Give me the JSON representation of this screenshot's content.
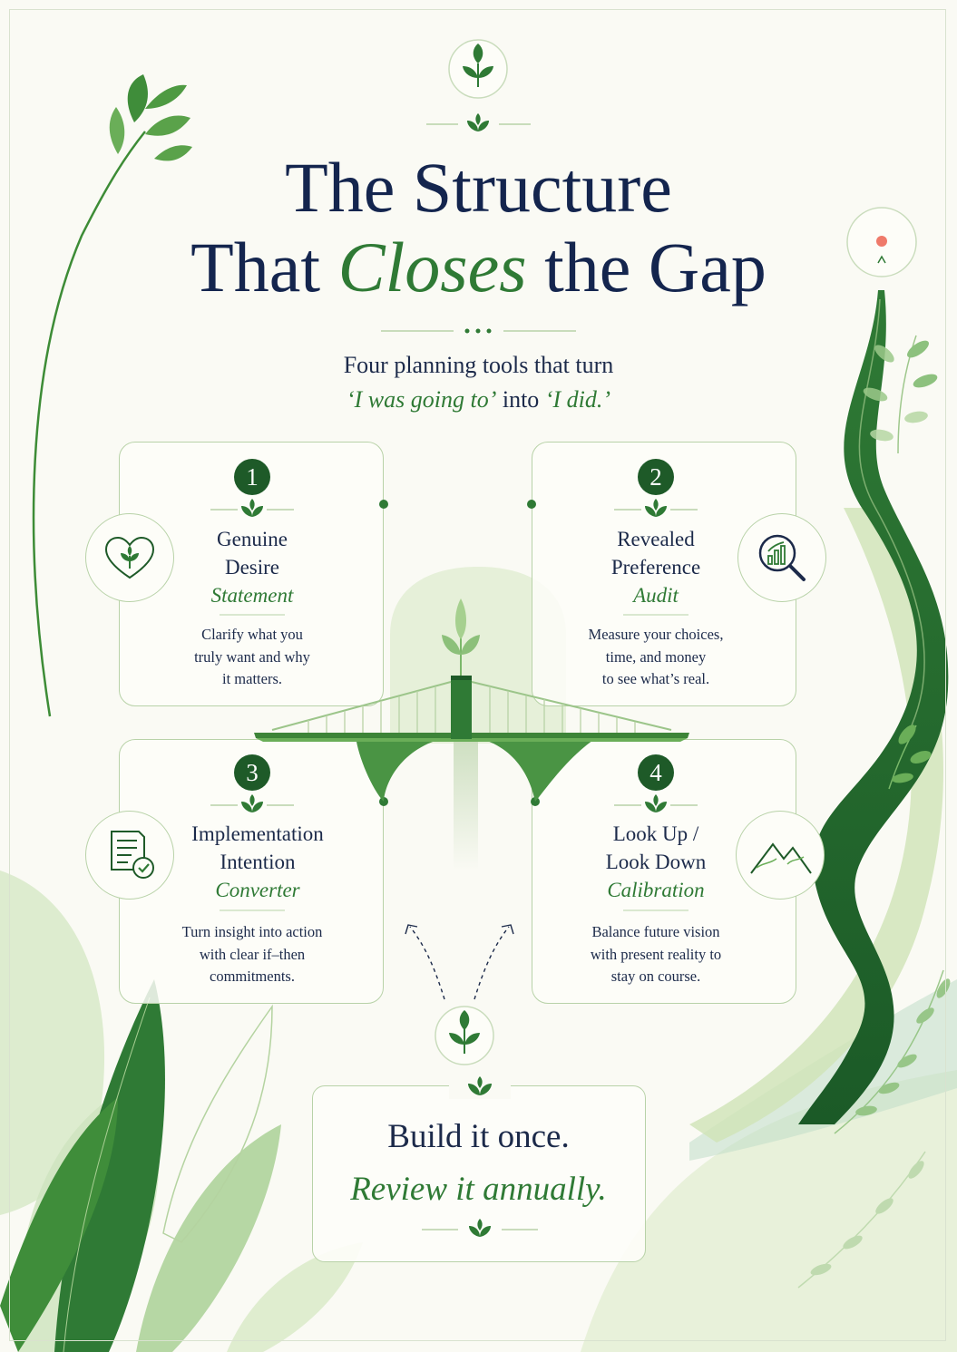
{
  "title": {
    "line1": "The Structure",
    "line2_start": "That ",
    "line2_accent": "Closes",
    "line2_end": " the Gap"
  },
  "subtitle": {
    "line1": "Four planning tools that turn",
    "quote1": "‘I was going to’",
    "middle": " into ",
    "quote2": "‘I did.’"
  },
  "tools": [
    {
      "number": "1",
      "title_lines": [
        "Genuine",
        "Desire"
      ],
      "title_italic": "Statement",
      "description_lines": [
        "Clarify what you",
        "truly want and why",
        "it matters."
      ],
      "icon": "heart-sprout-icon"
    },
    {
      "number": "2",
      "title_lines": [
        "Revealed",
        "Preference"
      ],
      "title_italic": "Audit",
      "description_lines": [
        "Measure your choices,",
        "time, and money",
        "to see what’s real."
      ],
      "icon": "magnifier-chart-icon"
    },
    {
      "number": "3",
      "title_lines": [
        "Implementation",
        "Intention"
      ],
      "title_italic": "Converter",
      "description_lines": [
        "Turn insight into action",
        "with clear if–then",
        "commitments."
      ],
      "icon": "checklist-icon"
    },
    {
      "number": "4",
      "title_lines": [
        "Look Up /",
        "Look Down"
      ],
      "title_italic": "Calibration",
      "description_lines": [
        "Balance future vision",
        "with present reality to",
        "stay on course."
      ],
      "icon": "mountains-icon"
    }
  ],
  "closing": {
    "line1": "Build it once.",
    "line2": "Review it annually."
  },
  "colors": {
    "navy": "#14254e",
    "green": "#2f7a35",
    "dark_green": "#1e5a28",
    "light_green": "#b8d2a8",
    "background": "#fafaf4",
    "goal_dot": "#ef7a6a"
  }
}
